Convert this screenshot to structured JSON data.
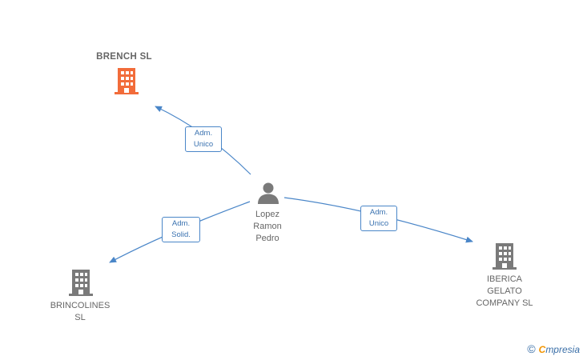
{
  "nodes": {
    "person": {
      "label": "Lopez\nRamon\nPedro"
    },
    "brench": {
      "label": "BRENCH  SL",
      "color": "#f26c3a"
    },
    "brincolines": {
      "label": "BRINCOLINES\nSL",
      "color": "#7a7a7a"
    },
    "iberica": {
      "label": "IBERICA\nGELATO\nCOMPANY  SL",
      "color": "#7a7a7a"
    }
  },
  "edges": [
    {
      "label": "Adm.\nUnico"
    },
    {
      "label": "Adm.\nSolid."
    },
    {
      "label": "Adm.\nUnico"
    }
  ],
  "colors": {
    "edge": "#4a86c8"
  },
  "brand": {
    "copyright": "©",
    "e": "C",
    "name": "mpresia"
  }
}
